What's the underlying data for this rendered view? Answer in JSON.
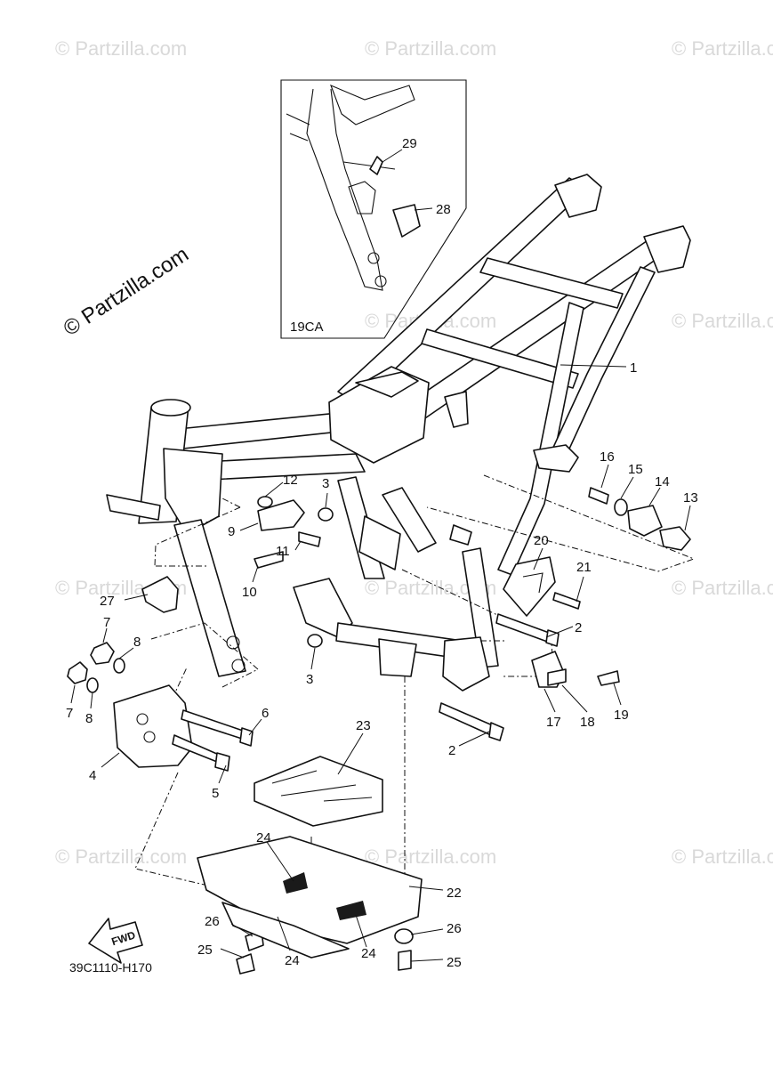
{
  "watermark_text": "© Partzilla.com",
  "brand_text": "© Partzilla.com",
  "inset": {
    "label": "19CA"
  },
  "diagram_code": "39C1110-H170",
  "fwd_label": "FWD",
  "callouts": {
    "c1": "1",
    "c2a": "2",
    "c2b": "2",
    "c3a": "3",
    "c3b": "3",
    "c4": "4",
    "c5": "5",
    "c6": "6",
    "c7a": "7",
    "c7b": "7",
    "c8a": "8",
    "c8b": "8",
    "c9": "9",
    "c10": "10",
    "c11": "11",
    "c12": "12",
    "c13": "13",
    "c14": "14",
    "c15": "15",
    "c16": "16",
    "c17": "17",
    "c18": "18",
    "c19": "19",
    "c20": "20",
    "c21": "21",
    "c22": "22",
    "c23": "23",
    "c24a": "24",
    "c24b": "24",
    "c24c": "24",
    "c25a": "25",
    "c25b": "25",
    "c26a": "26",
    "c26b": "26",
    "c27": "27",
    "c28": "28",
    "c29": "29"
  }
}
